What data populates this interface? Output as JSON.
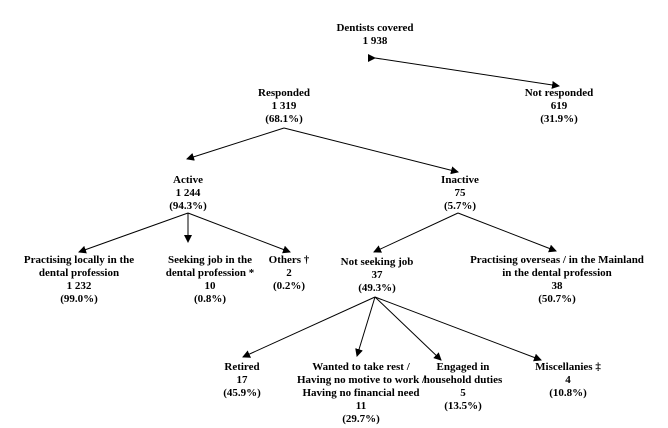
{
  "nodes": {
    "root": {
      "lines": [
        "Dentists covered",
        "1 938"
      ]
    },
    "responded": {
      "lines": [
        "Responded",
        "1 319",
        "(68.1%)"
      ]
    },
    "not_responded": {
      "lines": [
        "Not responded",
        "619",
        "(31.9%)"
      ]
    },
    "active": {
      "lines": [
        "Active",
        "1 244",
        "(94.3%)"
      ]
    },
    "inactive": {
      "lines": [
        "Inactive",
        "75",
        "(5.7%)"
      ]
    },
    "practising_locally": {
      "lines": [
        "Practising locally in the",
        "dental  profession",
        "1 232",
        "(99.0%)"
      ]
    },
    "seeking_job": {
      "lines": [
        "Seeking job in the",
        "dental  profession *",
        "10",
        "(0.8%)"
      ]
    },
    "others": {
      "lines": [
        "Others †",
        "2",
        "(0.2%)"
      ]
    },
    "not_seeking_job": {
      "lines": [
        "Not seeking job",
        "37",
        "(49.3%)"
      ]
    },
    "practising_overseas": {
      "lines": [
        "Practising overseas / in the Mainland",
        "in the dental profession",
        "38",
        "(50.7%)"
      ]
    },
    "retired": {
      "lines": [
        "Retired",
        "17",
        "(45.9%)"
      ]
    },
    "wanted_rest": {
      "lines": [
        "Wanted to take rest /",
        "Having no motive to work /",
        "Having no financial need",
        "11",
        "(29.7%)"
      ]
    },
    "household": {
      "lines": [
        "Engaged in",
        "household duties",
        "5",
        "(13.5%)"
      ]
    },
    "misc": {
      "lines": [
        "Miscellanies ‡",
        "4",
        "(10.8%)"
      ]
    }
  },
  "edges": [
    [
      "root",
      "responded"
    ],
    [
      "root",
      "not_responded"
    ],
    [
      "responded",
      "active"
    ],
    [
      "responded",
      "inactive"
    ],
    [
      "active",
      "practising_locally"
    ],
    [
      "active",
      "seeking_job"
    ],
    [
      "active",
      "others"
    ],
    [
      "inactive",
      "not_seeking_job"
    ],
    [
      "inactive",
      "practising_overseas"
    ],
    [
      "not_seeking_job",
      "retired"
    ],
    [
      "not_seeking_job",
      "wanted_rest"
    ],
    [
      "not_seeking_job",
      "household"
    ],
    [
      "not_seeking_job",
      "misc"
    ]
  ]
}
